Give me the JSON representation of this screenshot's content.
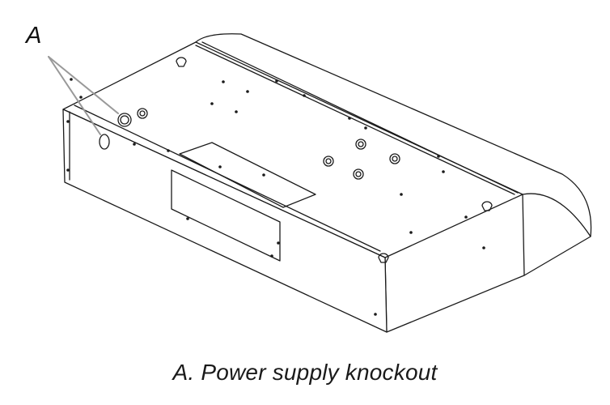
{
  "diagram": {
    "callout_label": "A",
    "caption": "A.  Power supply knockout",
    "subject": "range-hood-underside",
    "colors": {
      "line": "#1a1a1a",
      "leader": "#999999",
      "body_fill": "#ffffff"
    }
  }
}
